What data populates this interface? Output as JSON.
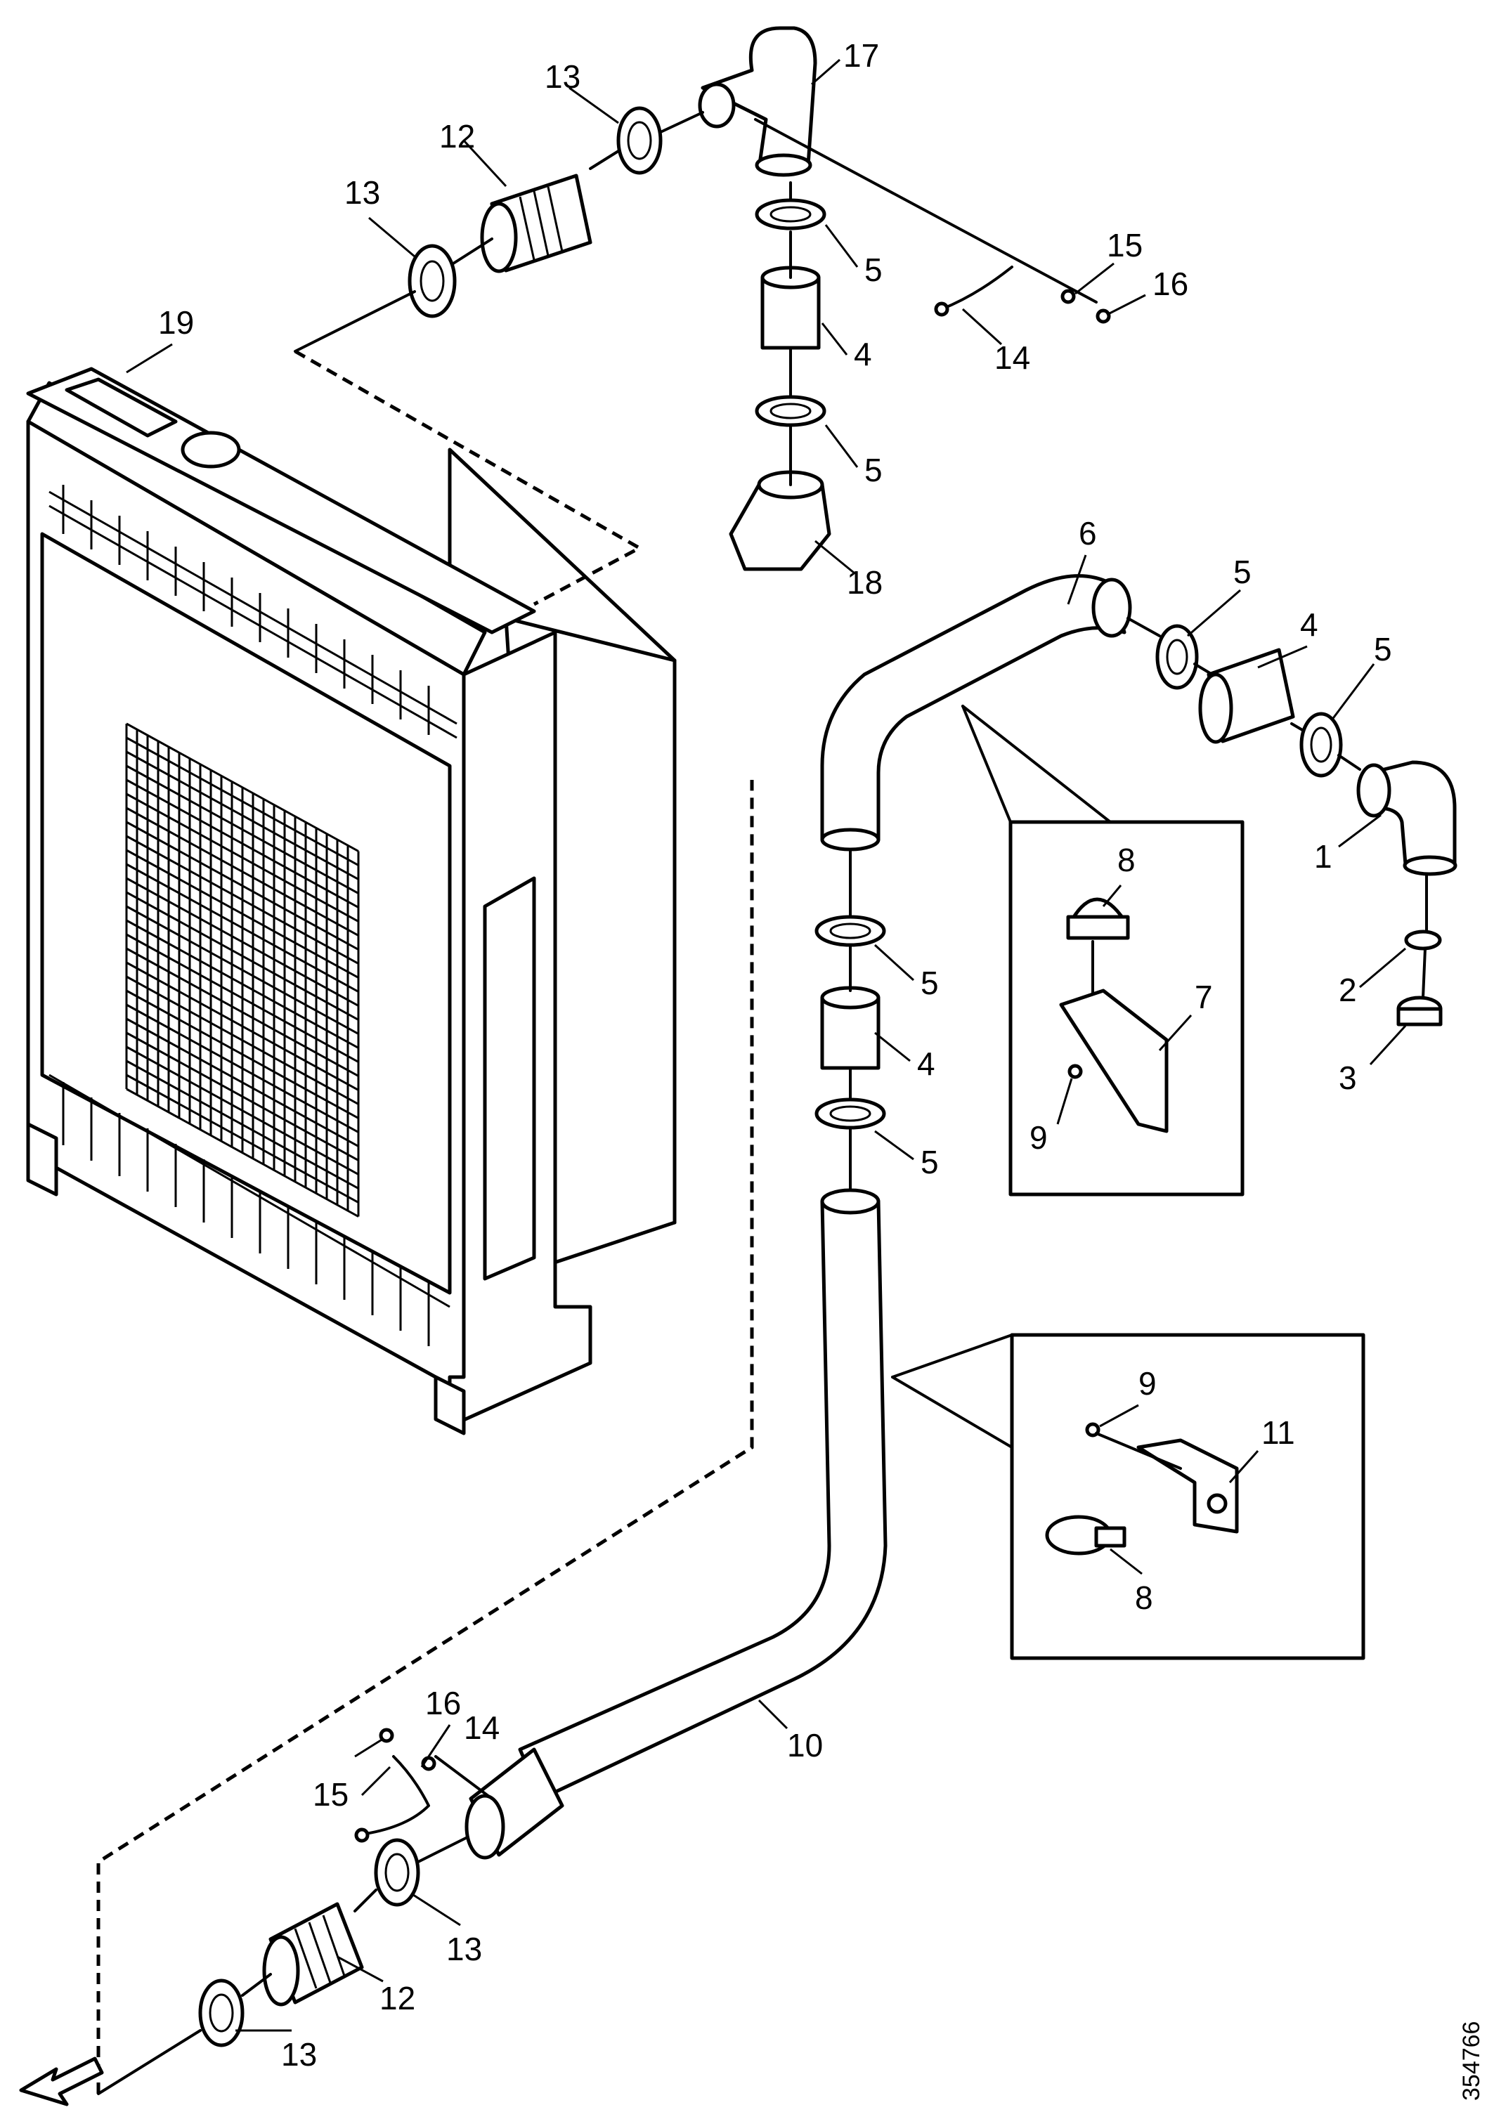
{
  "drawing": {
    "reference_number": "354766",
    "callouts": {
      "c1": "1",
      "c2": "2",
      "c3": "3",
      "c4a": "4",
      "c4b": "4",
      "c4c": "4",
      "c5a": "5",
      "c5b": "5",
      "c5c": "5",
      "c5d": "5",
      "c5e": "5",
      "c5f": "5",
      "c6": "6",
      "c7": "7",
      "c8a": "8",
      "c8b": "8",
      "c9a": "9",
      "c9b": "9",
      "c10": "10",
      "c11": "11",
      "c12a": "12",
      "c12b": "12",
      "c13a": "13",
      "c13b": "13",
      "c13c": "13",
      "c13d": "13",
      "c14a": "14",
      "c14b": "14",
      "c15a": "15",
      "c15b": "15",
      "c16a": "16",
      "c16b": "16",
      "c17": "17",
      "c18": "18",
      "c19": "19"
    }
  }
}
